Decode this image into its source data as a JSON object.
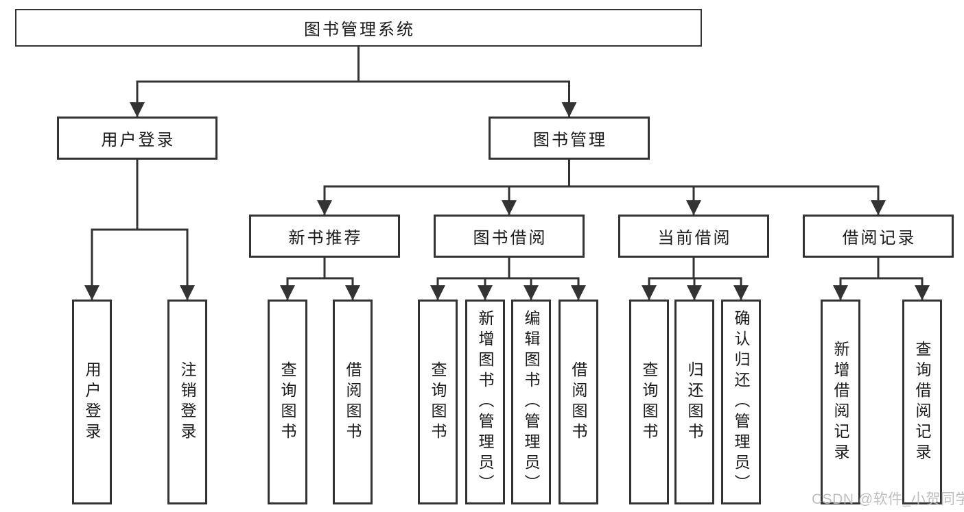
{
  "colors": {
    "line": "#333333",
    "box_border": "#333333",
    "text": "#1a1a1a",
    "watermark": "#b9b9b9",
    "background": "#ffffff"
  },
  "watermark": {
    "text": "CSDN @软件_小贺同学"
  },
  "tree": {
    "label": "图书管理系统",
    "children": [
      {
        "label": "用户登录",
        "children": [
          {
            "label": "用户登录"
          },
          {
            "label": "注销登录"
          }
        ]
      },
      {
        "label": "图书管理",
        "children": [
          {
            "label": "新书推荐",
            "children": [
              {
                "label": "查询图书"
              },
              {
                "label": "借阅图书"
              }
            ]
          },
          {
            "label": "图书借阅",
            "children": [
              {
                "label": "查询图书"
              },
              {
                "label": "新增图书（管理员）"
              },
              {
                "label": "编辑图书（管理员）"
              },
              {
                "label": "借阅图书"
              }
            ]
          },
          {
            "label": "当前借阅",
            "children": [
              {
                "label": "查询图书"
              },
              {
                "label": "归还图书"
              },
              {
                "label": "确认归还（管理员）"
              }
            ]
          },
          {
            "label": "借阅记录",
            "children": [
              {
                "label": "新增借阅记录"
              },
              {
                "label": "查询借阅记录"
              }
            ]
          }
        ]
      }
    ]
  }
}
